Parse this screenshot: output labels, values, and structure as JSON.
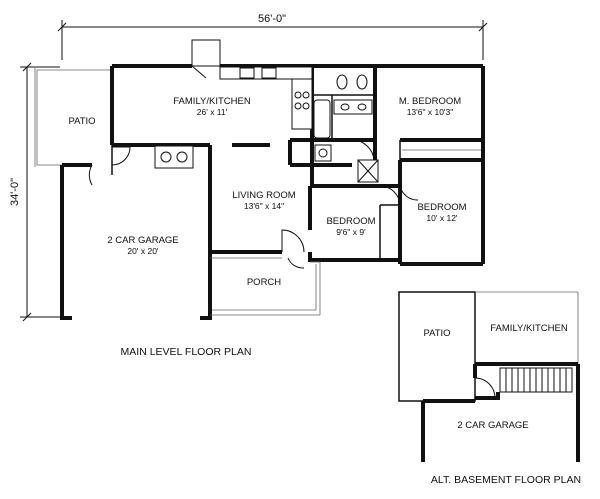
{
  "dimensions": {
    "width": "56'-0\"",
    "height": "34'-0\""
  },
  "rooms": {
    "patio": {
      "name": "PATIO"
    },
    "family_kitchen": {
      "name": "FAMILY/KITCHEN",
      "size": "26' x 11'"
    },
    "m_bedroom": {
      "name": "M. BEDROOM",
      "size": "13'6\" x 10'3\""
    },
    "living_room": {
      "name": "LIVING ROOM",
      "size": "13'6\" x 14\""
    },
    "bedroom_2": {
      "name": "BEDROOM",
      "size": "9'6\" x 9'"
    },
    "bedroom_3": {
      "name": "BEDROOM",
      "size": "10' x 12'"
    },
    "garage": {
      "name": "2 CAR GARAGE",
      "size": "20' x 20'"
    },
    "porch": {
      "name": "PORCH"
    }
  },
  "captions": {
    "main": "MAIN LEVEL FLOOR PLAN",
    "alt": "ALT. BASEMENT FLOOR PLAN"
  },
  "alt_plan": {
    "patio": "PATIO",
    "family_kitchen": "FAMILY/KITCHEN",
    "garage": "2 CAR GARAGE"
  }
}
